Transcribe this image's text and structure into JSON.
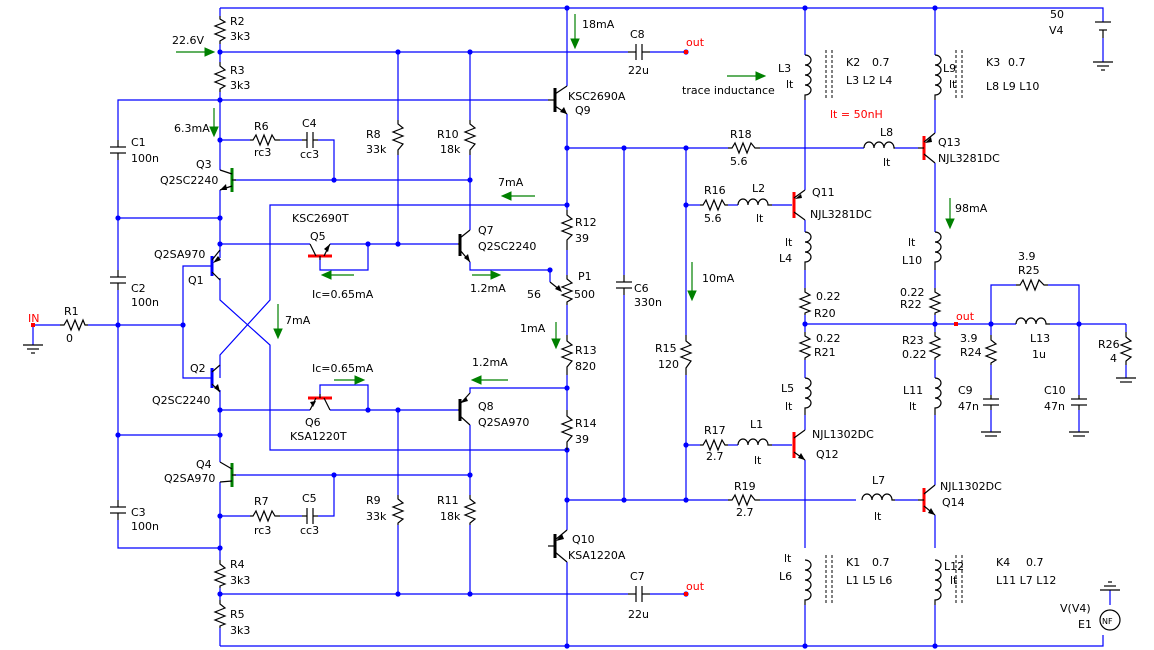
{
  "texts": [
    {
      "id": "r2-name",
      "t": "R2"
    },
    {
      "id": "r2-val",
      "t": "3k3"
    },
    {
      "id": "r3-name",
      "t": "R3"
    },
    {
      "id": "r3-val",
      "t": "3k3"
    },
    {
      "id": "v-bias",
      "t": "22.6V"
    },
    {
      "id": "i-18ma",
      "t": "18mA"
    },
    {
      "id": "c8-name",
      "t": "C8"
    },
    {
      "id": "c8-val",
      "t": "22u"
    },
    {
      "id": "out-top",
      "t": "out"
    },
    {
      "id": "q9-type",
      "t": "KSC2690A"
    },
    {
      "id": "q9-name",
      "t": "Q9"
    },
    {
      "id": "c1-name",
      "t": "C1"
    },
    {
      "id": "c1-val",
      "t": "100n"
    },
    {
      "id": "i-6ma",
      "t": "6.3mA"
    },
    {
      "id": "r6-name",
      "t": "R6"
    },
    {
      "id": "r6-val",
      "t": "rc3"
    },
    {
      "id": "c4-name",
      "t": "C4"
    },
    {
      "id": "c4-val",
      "t": "cc3"
    },
    {
      "id": "r8-name",
      "t": "R8"
    },
    {
      "id": "r8-val",
      "t": "33k"
    },
    {
      "id": "r10-name",
      "t": "R10"
    },
    {
      "id": "r10-val",
      "t": "18k"
    },
    {
      "id": "q3-name",
      "t": "Q3"
    },
    {
      "id": "q3-type",
      "t": "Q2SC2240"
    },
    {
      "id": "i-7ma-a",
      "t": "7mA"
    },
    {
      "id": "q5-type",
      "t": "KSC2690T"
    },
    {
      "id": "q5-name",
      "t": "Q5"
    },
    {
      "id": "q7-name",
      "t": "Q7"
    },
    {
      "id": "q7-type",
      "t": "Q2SC2240"
    },
    {
      "id": "r12-name",
      "t": "R12"
    },
    {
      "id": "r12-val",
      "t": "39"
    },
    {
      "id": "q1-type",
      "t": "Q2SA970"
    },
    {
      "id": "q1-name",
      "t": "Q1"
    },
    {
      "id": "c2-name",
      "t": "C2"
    },
    {
      "id": "c2-val",
      "t": "100n"
    },
    {
      "id": "ic-q5",
      "t": "Ic=0.65mA"
    },
    {
      "id": "i-1-2ma-a",
      "t": "1.2mA"
    },
    {
      "id": "p1-name",
      "t": "P1"
    },
    {
      "id": "p1-val",
      "t": "500"
    },
    {
      "id": "p1-pos",
      "t": "56"
    },
    {
      "id": "in",
      "t": "IN"
    },
    {
      "id": "r1-name",
      "t": "R1"
    },
    {
      "id": "r1-val",
      "t": "0"
    },
    {
      "id": "i-7ma-b",
      "t": "7mA"
    },
    {
      "id": "i-1ma",
      "t": "1mA"
    },
    {
      "id": "r13-name",
      "t": "R13"
    },
    {
      "id": "r13-val",
      "t": "820"
    },
    {
      "id": "c6-name",
      "t": "C6"
    },
    {
      "id": "c6-val",
      "t": "330n"
    },
    {
      "id": "ic-q6",
      "t": "Ic=0.65mA"
    },
    {
      "id": "i-1-2ma-b",
      "t": "1.2mA"
    },
    {
      "id": "q2-name",
      "t": "Q2"
    },
    {
      "id": "q2-type",
      "t": "Q2SC2240"
    },
    {
      "id": "q6-name",
      "t": "Q6"
    },
    {
      "id": "q6-type",
      "t": "KSA1220T"
    },
    {
      "id": "q8-name",
      "t": "Q8"
    },
    {
      "id": "q8-type",
      "t": "Q2SA970"
    },
    {
      "id": "r14-name",
      "t": "R14"
    },
    {
      "id": "r14-val",
      "t": "39"
    },
    {
      "id": "q4-name",
      "t": "Q4"
    },
    {
      "id": "q4-type",
      "t": "Q2SA970"
    },
    {
      "id": "r7-name",
      "t": "R7"
    },
    {
      "id": "r7-val",
      "t": "rc3"
    },
    {
      "id": "c5-name",
      "t": "C5"
    },
    {
      "id": "c5-val",
      "t": "cc3"
    },
    {
      "id": "r9-name",
      "t": "R9"
    },
    {
      "id": "r9-val",
      "t": "33k"
    },
    {
      "id": "r11-name",
      "t": "R11"
    },
    {
      "id": "r11-val",
      "t": "18k"
    },
    {
      "id": "c3-name",
      "t": "C3"
    },
    {
      "id": "c3-val",
      "t": "100n"
    },
    {
      "id": "q10-name",
      "t": "Q10"
    },
    {
      "id": "q10-type",
      "t": "KSA1220A"
    },
    {
      "id": "c7-name",
      "t": "C7"
    },
    {
      "id": "c7-val",
      "t": "22u"
    },
    {
      "id": "out-bot",
      "t": "out"
    },
    {
      "id": "r4-name",
      "t": "R4"
    },
    {
      "id": "r4-val",
      "t": "3k3"
    },
    {
      "id": "r5-name",
      "t": "R5"
    },
    {
      "id": "r5-val",
      "t": "3k3"
    },
    {
      "id": "l3-name",
      "t": "L3"
    },
    {
      "id": "l3-lt",
      "t": "lt"
    },
    {
      "id": "k2-name",
      "t": "K2"
    },
    {
      "id": "k2-val",
      "t": "0.7"
    },
    {
      "id": "k2-list",
      "t": "L3 L2 L4"
    },
    {
      "id": "trace",
      "t": "trace inductance"
    },
    {
      "id": "lt-50nh",
      "t": "lt = 50nH"
    },
    {
      "id": "l9-name",
      "t": "L9"
    },
    {
      "id": "l9-lt",
      "t": "lt"
    },
    {
      "id": "k3-name",
      "t": "K3"
    },
    {
      "id": "k3-val",
      "t": "0.7"
    },
    {
      "id": "k3-list",
      "t": "L8 L9 L10"
    },
    {
      "id": "v4-val",
      "t": "50"
    },
    {
      "id": "v4-name",
      "t": "V4"
    },
    {
      "id": "r18-name",
      "t": "R18"
    },
    {
      "id": "r18-val",
      "t": "5.6"
    },
    {
      "id": "l8-name",
      "t": "L8"
    },
    {
      "id": "l8-lt",
      "t": "lt"
    },
    {
      "id": "q13-name",
      "t": "Q13"
    },
    {
      "id": "q13-type",
      "t": "NJL3281DC"
    },
    {
      "id": "r16-name",
      "t": "R16"
    },
    {
      "id": "r16-val",
      "t": "5.6"
    },
    {
      "id": "l2-name",
      "t": "L2"
    },
    {
      "id": "l2-lt",
      "t": "lt"
    },
    {
      "id": "q11-name",
      "t": "Q11"
    },
    {
      "id": "q11-type",
      "t": "NJL3281DC"
    },
    {
      "id": "i-98ma",
      "t": "98mA"
    },
    {
      "id": "l4-lt",
      "t": "lt"
    },
    {
      "id": "l4-name",
      "t": "L4"
    },
    {
      "id": "l10-lt",
      "t": "lt"
    },
    {
      "id": "l10-name",
      "t": "L10"
    },
    {
      "id": "i-10ma",
      "t": "10mA"
    },
    {
      "id": "r20-val",
      "t": "0.22"
    },
    {
      "id": "r20-name",
      "t": "R20"
    },
    {
      "id": "r22-val",
      "t": "0.22"
    },
    {
      "id": "r22-name",
      "t": "R22"
    },
    {
      "id": "r25-val",
      "t": "3.9"
    },
    {
      "id": "r25-name",
      "t": "R25"
    },
    {
      "id": "out-right",
      "t": "out"
    },
    {
      "id": "r15-name",
      "t": "R15"
    },
    {
      "id": "r15-val",
      "t": "120"
    },
    {
      "id": "r21-val",
      "t": "0.22"
    },
    {
      "id": "r21-name",
      "t": "R21"
    },
    {
      "id": "r23-name",
      "t": "R23"
    },
    {
      "id": "r23-val",
      "t": "0.22"
    },
    {
      "id": "r24-val",
      "t": "3.9"
    },
    {
      "id": "r24-name",
      "t": "R24"
    },
    {
      "id": "l13-name",
      "t": "L13"
    },
    {
      "id": "l13-val",
      "t": "1u"
    },
    {
      "id": "r26-name",
      "t": "R26"
    },
    {
      "id": "r26-val",
      "t": "4"
    },
    {
      "id": "l5-name",
      "t": "L5"
    },
    {
      "id": "l5-lt",
      "t": "lt"
    },
    {
      "id": "l11-name",
      "t": "L11"
    },
    {
      "id": "l11-lt",
      "t": "lt"
    },
    {
      "id": "c9-name",
      "t": "C9"
    },
    {
      "id": "c9-val",
      "t": "47n"
    },
    {
      "id": "c10-name",
      "t": "C10"
    },
    {
      "id": "c10-val",
      "t": "47n"
    },
    {
      "id": "r17-name",
      "t": "R17"
    },
    {
      "id": "r17-val",
      "t": "2.7"
    },
    {
      "id": "l1-name",
      "t": "L1"
    },
    {
      "id": "l1-lt",
      "t": "lt"
    },
    {
      "id": "q12-type",
      "t": "NJL1302DC"
    },
    {
      "id": "q12-name",
      "t": "Q12"
    },
    {
      "id": "l7-name",
      "t": "L7"
    },
    {
      "id": "l7-lt",
      "t": "lt"
    },
    {
      "id": "r19-name",
      "t": "R19"
    },
    {
      "id": "r19-val",
      "t": "2.7"
    },
    {
      "id": "q14-type",
      "t": "NJL1302DC"
    },
    {
      "id": "q14-name",
      "t": "Q14"
    },
    {
      "id": "l6-lt",
      "t": "lt"
    },
    {
      "id": "l6-name",
      "t": "L6"
    },
    {
      "id": "k1-name",
      "t": "K1"
    },
    {
      "id": "k1-val",
      "t": "0.7"
    },
    {
      "id": "k1-list",
      "t": "L1 L5 L6"
    },
    {
      "id": "l12-name",
      "t": "L12"
    },
    {
      "id": "l12-lt",
      "t": "lt"
    },
    {
      "id": "k4-name",
      "t": "K4"
    },
    {
      "id": "k4-val",
      "t": "0.7"
    },
    {
      "id": "k4-list",
      "t": "L11 L7 L12"
    },
    {
      "id": "e1-expr",
      "t": "V(V4)"
    },
    {
      "id": "e1-name",
      "t": "E1"
    },
    {
      "id": "e1-sym",
      "t": "NF"
    }
  ],
  "colors": {
    "wire": "#0000ff",
    "arrow": "#008000",
    "highlight": "#ff0000",
    "component": "#000000"
  }
}
